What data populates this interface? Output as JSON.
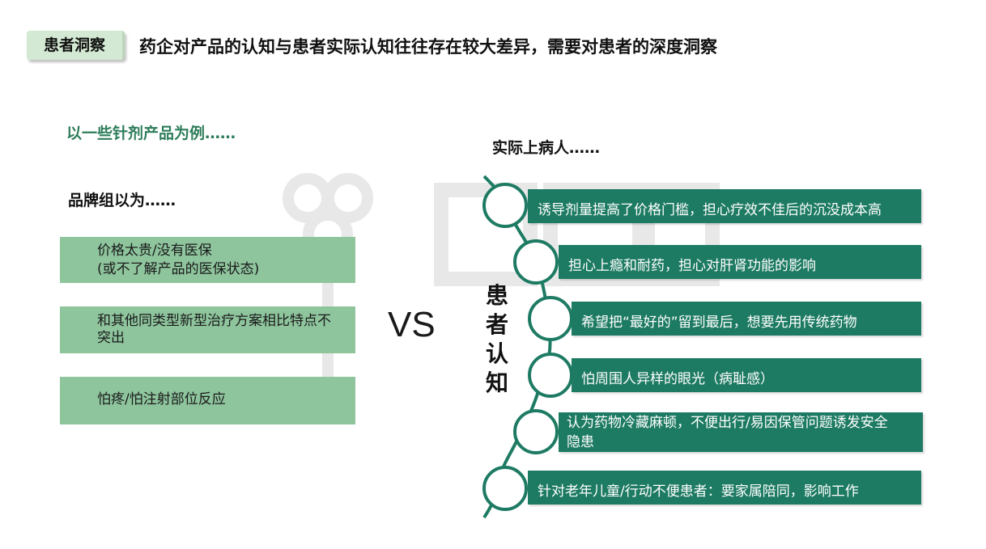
{
  "header": {
    "tag": "患者洞察",
    "title": "药企对产品的认知与患者实际认知往往存在较大差异，需要对患者的深度洞察"
  },
  "left": {
    "heading": "以一些针剂产品为例……",
    "brand_heading": "品牌组以为……",
    "items": [
      {
        "line1": "价格太贵/没有医保",
        "line2": "(或不了解产品的医保状态)"
      },
      {
        "line1": "和其他同类型新型治疗方案相比特点不",
        "line2": "突出"
      },
      {
        "line1": "怕疼/怕注射部位反应",
        "line2": ""
      }
    ]
  },
  "vs": "VS",
  "vertical_label": [
    "患",
    "者",
    "认",
    "知"
  ],
  "right": {
    "heading": "实际上病人……",
    "items": [
      {
        "line1": "诱导剂量提高了价格门槛，担心疗效不佳后的沉没成本高",
        "line2": ""
      },
      {
        "line1": "担心上瘾和耐药，担心对肝肾功能的影响",
        "line2": ""
      },
      {
        "line1": "希望把“最好的”留到最后，想要先用传统药物",
        "line2": ""
      },
      {
        "line1": "怕周围人异样的眼光（病耻感）",
        "line2": ""
      },
      {
        "line1": "认为药物冷藏麻顿，不便出行/易因保管问题诱发安全",
        "line2": "隐患"
      },
      {
        "line1": "针对老年儿童/行动不便患者：要家属陪同，影响工作",
        "line2": ""
      }
    ]
  },
  "colors": {
    "tag_bg": "#d3e9d3",
    "green_heading": "#2e7d5a",
    "brand_box": "#8ec59d",
    "bar": "#1e7b63"
  }
}
